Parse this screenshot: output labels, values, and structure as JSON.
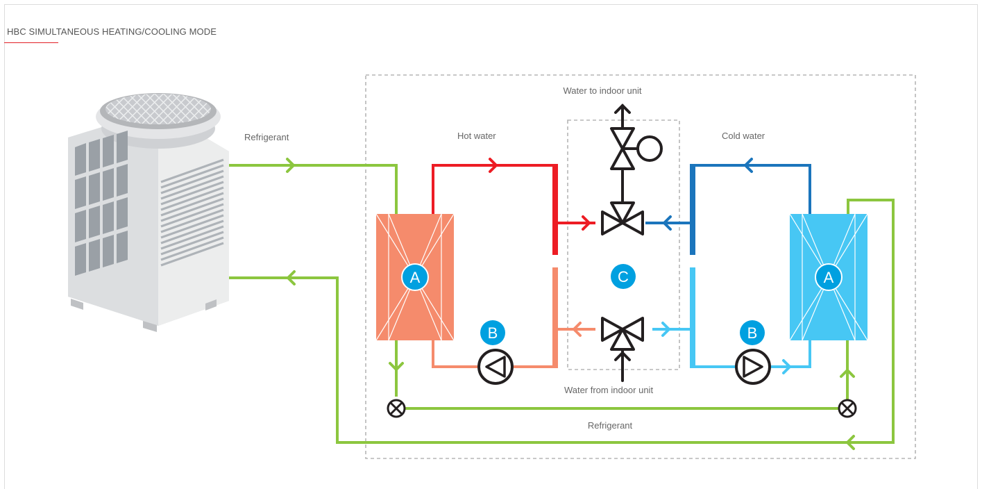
{
  "title": "HBC SIMULTANEOUS HEATING/COOLING MODE",
  "colors": {
    "refrigerant": "#8cc63f",
    "hot_water": "#ed1c24",
    "warm_return": "#f58b6c",
    "cold_water": "#1b75bc",
    "cool_return": "#47c7f4",
    "badge": "#00a0e0",
    "valve": "#231f20",
    "accent": "#e21f26"
  },
  "labels": {
    "refrigerant_top": "Refrigerant",
    "hot_water": "Hot water",
    "cold_water": "Cold water",
    "water_to_indoor": "Water to indoor unit",
    "water_from_indoor": "Water from indoor unit",
    "refrigerant_bottom": "Refrigerant"
  },
  "badges": {
    "heat_exchanger_left": "A",
    "heat_exchanger_right": "A",
    "pump_left": "B",
    "pump_right": "B",
    "valve_block": "C"
  },
  "components": {
    "outdoor_unit": "outdoor-unit-icon",
    "heat_exchanger": "heat-exchanger-icon",
    "pump": "pump-icon",
    "three_way_valve": "three-way-valve-icon",
    "expansion_valve": "expansion-valve-icon",
    "flow_control_valve": "flow-control-valve-icon"
  }
}
